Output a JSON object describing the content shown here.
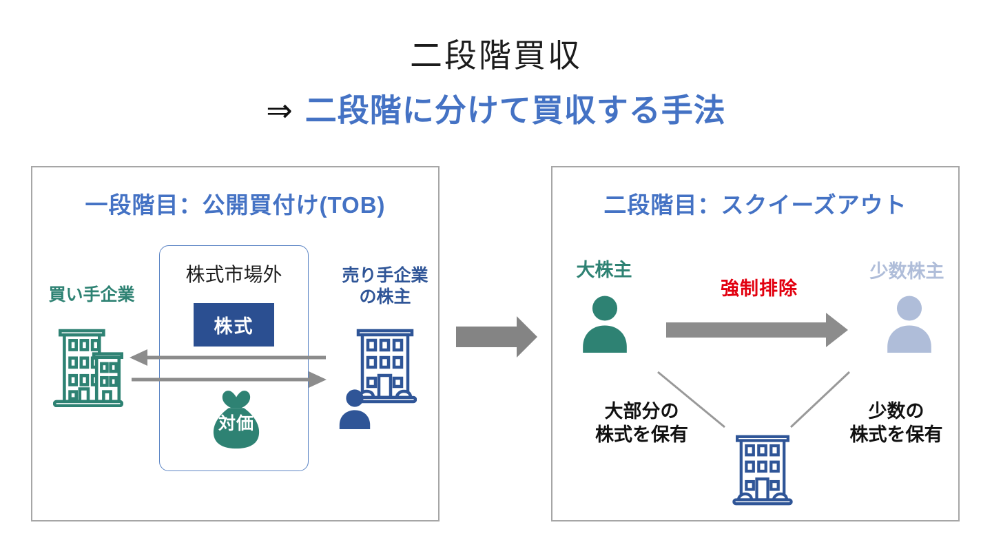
{
  "title": "二段階買収",
  "subtitle": {
    "arrow": "⇒",
    "text": "二段階に分けて買収する手法"
  },
  "left_panel": {
    "heading": "一段階目：公開買付け(TOB)",
    "market_box_label": "株式市場外",
    "stock_box_label": "株式",
    "consideration_label": "対価",
    "buyer_label": "買い手企業",
    "seller_label_line1": "売り手企業",
    "seller_label_line2": "の株主"
  },
  "right_panel": {
    "heading": "二段階目：スクイーズアウト",
    "major_shareholder_label": "大株主",
    "minor_shareholder_label": "少数株主",
    "forced_exclusion_label": "強制排除",
    "left_note_line1": "大部分の",
    "left_note_line2": "株式を保有",
    "right_note_line1": "少数の",
    "right_note_line2": "株式を保有"
  },
  "icons": {
    "buyer_building": "building-icon",
    "seller_building": "building-icon",
    "seller_person": "person-icon",
    "major_person": "person-icon",
    "minor_person": "person-icon",
    "target_building": "building-icon",
    "money_bag": "money-bag-icon"
  },
  "colors": {
    "heading_blue": "#4472C4",
    "navy_blue": "#2B4F91",
    "building_blue": "#2F5597",
    "teal_green": "#2E8273",
    "light_blue_gray": "#AFBDD9",
    "red": "#E2000F",
    "arrow_gray": "#8C8C8C",
    "panel_border_gray": "#A6A6A6"
  }
}
